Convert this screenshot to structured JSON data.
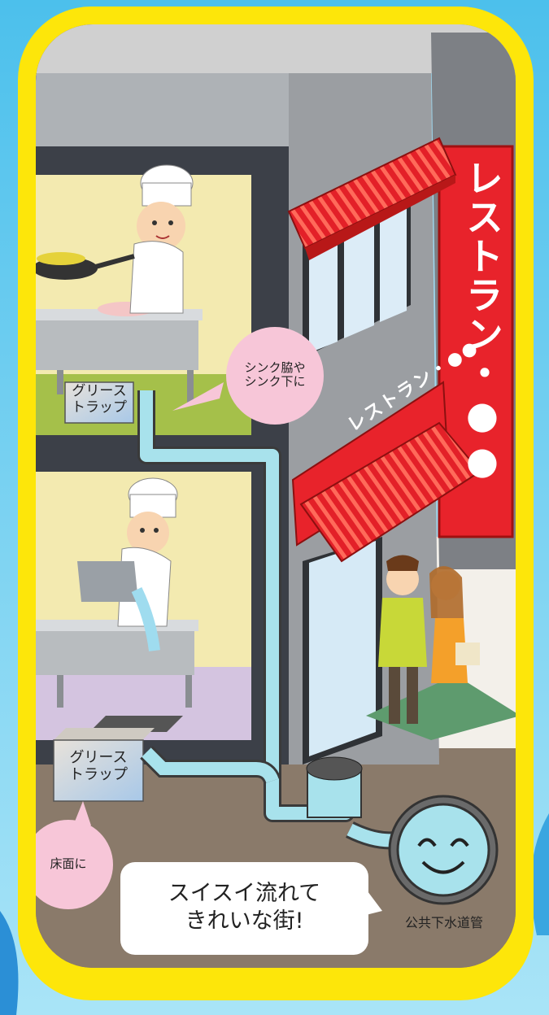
{
  "trap_upper": {
    "line1": "グリース",
    "line2": "トラップ"
  },
  "trap_lower": {
    "line1": "グリース",
    "line2": "トラップ"
  },
  "bubble_sink": {
    "line1": "シンク脇や",
    "line2": "シンク下に"
  },
  "bubble_floor": {
    "text": "床面に"
  },
  "speech": {
    "line1": "スイスイ流れて",
    "line2": "きれいな街!"
  },
  "sewer_label": "公共下水道管",
  "sign_vertical": "レストラン・●●",
  "sign_awning": "レストラン・●●",
  "colors": {
    "frame": "#fde60a",
    "pipe": "#a8e2ec",
    "sign_red": "#e8232b",
    "bubble_pink": "#f7c6d8",
    "ground": "#8a7a6a"
  }
}
